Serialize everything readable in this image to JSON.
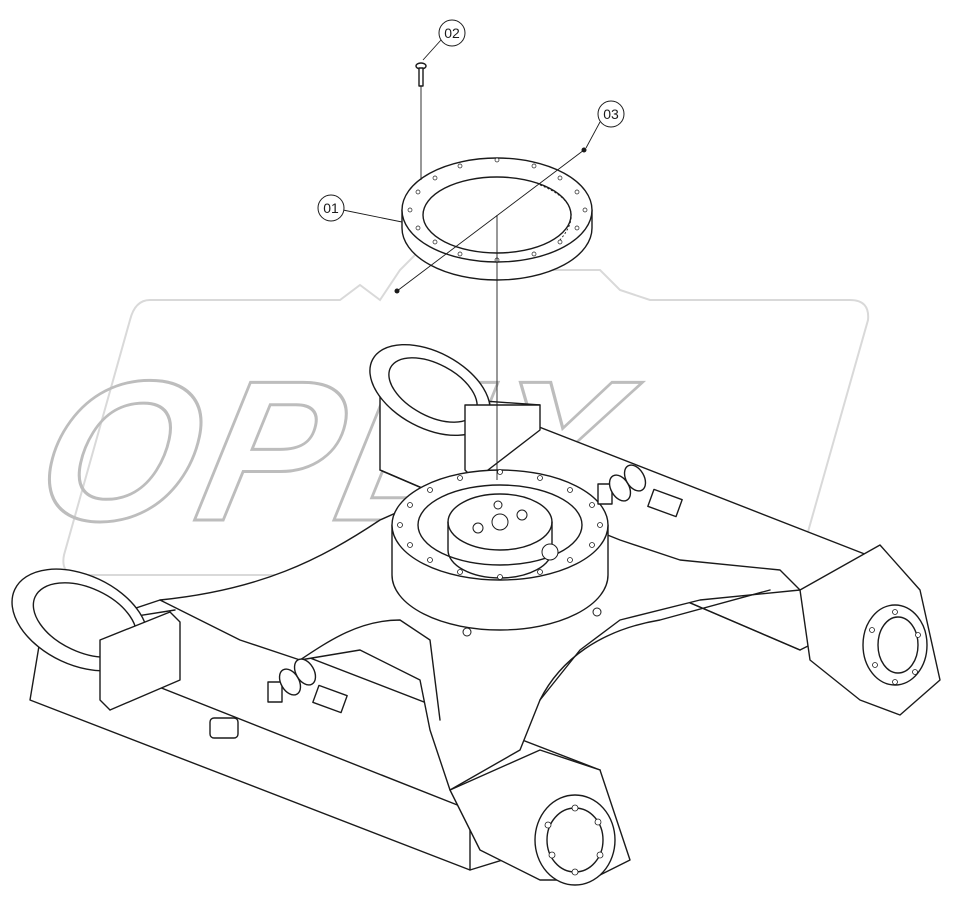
{
  "drawing": {
    "watermark_text": "OPEX",
    "callouts": [
      {
        "label": "01"
      },
      {
        "label": "02"
      },
      {
        "label": "03"
      }
    ]
  }
}
